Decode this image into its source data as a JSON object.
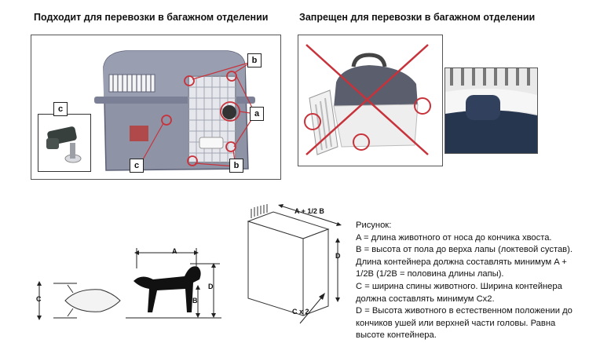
{
  "headings": {
    "allowed": "Подходит для перевозки в багажном отделении",
    "forbidden": "Запрещен для перевозки в багажном отделении"
  },
  "badges": {
    "a": "a",
    "b": "b",
    "c": "c"
  },
  "diagram_labels": {
    "a": "A",
    "b": "B",
    "c": "C",
    "d": "D",
    "a_half_b": "A + 1/2 B",
    "c_x2": "C x 2"
  },
  "legend": {
    "title": "Рисунок:",
    "lines": [
      "A = длина животного от носа до кончика хвоста.",
      "B = высота от пола до верха лапы (локтевой сустав).",
      "Длина контейнера должна составлять минимум A +",
      "1/2B (1/2B = половина длины лапы).",
      "C = ширина спины животного. Ширина контейнера",
      "должна составлять минимум Cx2.",
      "D = Высота животного в естественном положении до",
      "кончиков ушей или верхней части головы. Равна",
      "высоте контейнера."
    ]
  },
  "colors": {
    "crate_gray": "#8f93a6",
    "crate_dark": "#6c7085",
    "red_mark": "#c8323a",
    "door_metal": "#d9dbe2"
  }
}
